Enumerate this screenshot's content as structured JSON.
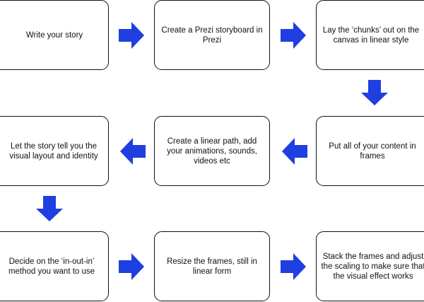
{
  "colors": {
    "arrow": "#1f3fe0",
    "box_border": "#111111",
    "text": "#111111"
  },
  "steps": [
    {
      "label": "Write your story"
    },
    {
      "label": "Create a Prezi storyboard in Prezi"
    },
    {
      "label": "Lay the ‘chunks’ out on the canvas in linear style"
    },
    {
      "label": "Put all of your content in frames"
    },
    {
      "label": "Create a linear path, add your animations, sounds, videos etc"
    },
    {
      "label": "Let the story tell you the visual layout and identity"
    },
    {
      "label": "Decide on the ‘in-out-in’ method you want to use"
    },
    {
      "label": "Resize the frames, still in linear form"
    },
    {
      "label": "Stack the frames and adjust the scaling to make sure that the visual effect works"
    }
  ],
  "arrows": [
    {
      "direction": "right"
    },
    {
      "direction": "right"
    },
    {
      "direction": "down"
    },
    {
      "direction": "left"
    },
    {
      "direction": "left"
    },
    {
      "direction": "down"
    },
    {
      "direction": "right"
    },
    {
      "direction": "right"
    }
  ]
}
